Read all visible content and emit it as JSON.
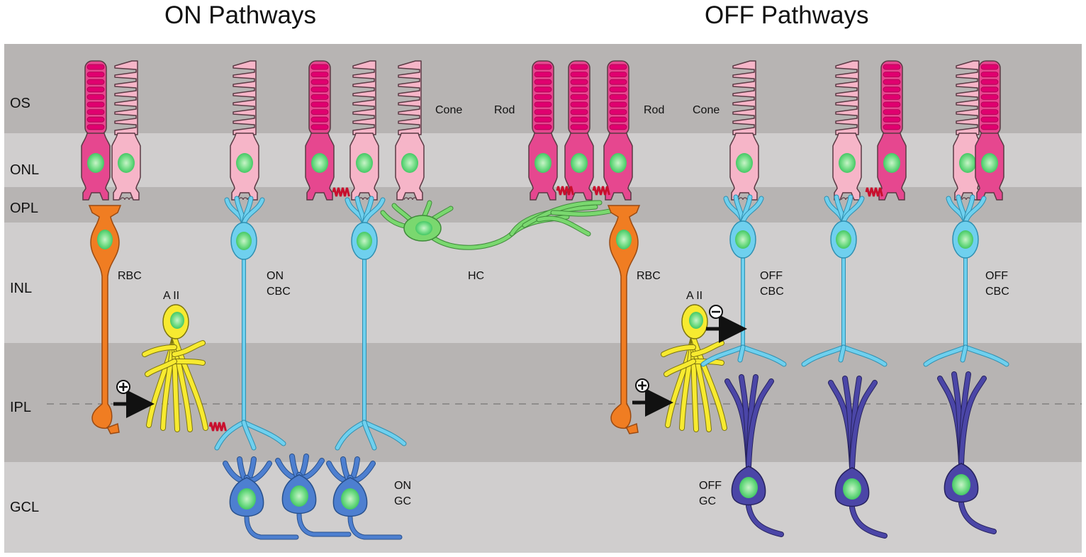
{
  "titles": {
    "on": "ON Pathways",
    "off": "OFF Pathways"
  },
  "layers": [
    {
      "id": "os",
      "label": "OS",
      "shade": "#b7b4b3"
    },
    {
      "id": "onl",
      "label": "ONL",
      "shade": "#d0cece"
    },
    {
      "id": "opl",
      "label": "OPL",
      "shade": "#b7b4b3"
    },
    {
      "id": "inl",
      "label": "INL",
      "shade": "#d0cece"
    },
    {
      "id": "ipl",
      "label": "IPL",
      "shade": "#b7b4b3"
    },
    {
      "id": "gcl",
      "label": "GCL",
      "shade": "#d0cece"
    }
  ],
  "labels": {
    "cone_on": "Cone",
    "rod_on": "Rod",
    "rod_off": "Rod",
    "cone_off": "Cone",
    "rbc_on": "RBC",
    "aii_on": "A II",
    "on_cbc_1": "ON",
    "on_cbc_2": "CBC",
    "hc": "HC",
    "rbc_off": "RBC",
    "aii_off": "A II",
    "off_cbc_a1": "OFF",
    "off_cbc_a2": "CBC",
    "off_cbc_b1": "OFF",
    "off_cbc_b2": "CBC",
    "on_gc_1": "ON",
    "on_gc_2": "GC",
    "off_gc_1": "OFF",
    "off_gc_2": "GC"
  },
  "symbols": {
    "excitatory": "plus-sign",
    "inhibitory": "minus-sign",
    "gap_junction": "zigzag"
  },
  "colors": {
    "rod": "#e6478f",
    "rod_disc": "#e0006f",
    "cone": "#f6b5c8",
    "nucleus": "#5fd877",
    "rbc": "#f07d22",
    "aii": "#f7ea30",
    "cbc": "#6fd0ee",
    "hc": "#7ad86f",
    "on_gc": "#4d7fd0",
    "off_gc": "#4b46a7",
    "gap": "#c8102e"
  }
}
